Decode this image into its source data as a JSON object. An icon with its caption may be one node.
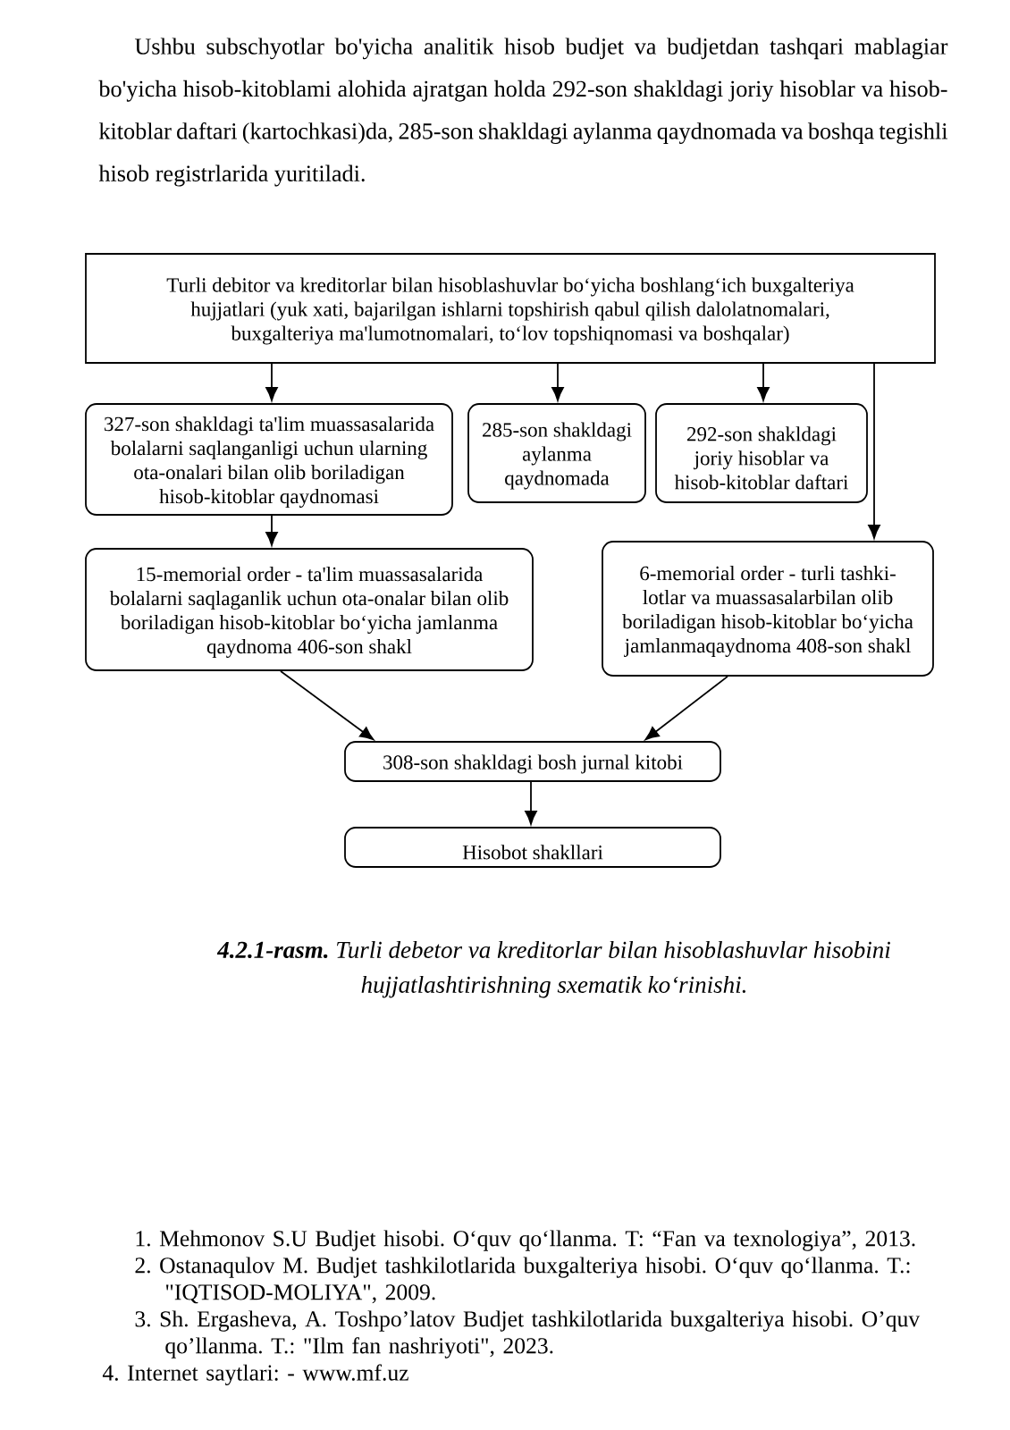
{
  "diagram": {
    "caption": "**4.2.1-rasm.** Turli debetor va kreditorlar bilan hisoblashuvlar hisobini hujjatlashtirishning sxematik ko‘rinishi.",
    "nodes": [
      {
        "text": [
          "Turli debitor va kreditorlar bilan hisoblashuvlar bo‘yicha boshlang‘ich buxgalteriya hujjatlari (yuk xati, bajarilgan ishlarni topshirish qabul qilish dalolatnomalari, buxgalteriya ma'lumotnomalari, to‘lov topshiqnomasi va boshqalar)"
        ]
      },
      {
        "text": [
          "327-son shakldagi ta'lim muassasalarida bolalarni saqlanganligi uchun ularning ota-onalari bilan olib boriladigan hisob-kitoblar qaydnomasi"
        ]
      },
      {
        "text": [
          "285-son shakldagi aylanma qaydnomada"
        ]
      },
      {
        "text": [
          "292-son shakldagi joriy hisoblar va hisob-kitoblar daftari"
        ]
      },
      {
        "text": [
          "15-memorial order - ta'lim muassasalarida bolalarni saqlaganlik uchun ota-onalar bilan olib boriladigan hisob-kitoblar bo‘yicha jamlanma qaydnoma 406-son shakl"
        ]
      },
      {
        "text": [
          "6-memorial order - turli tashki-lotlar va muassasalarbilan olib boriladigan hisob-kitoblar bo‘yicha jamlanmaqaydnoma 408-son shakl"
        ]
      },
      {
        "text": [
          "308-son shakldagi bosh jurnal kitobi"
        ]
      },
      {
        "text": [
          "Hisobot shakllari"
        ]
      }
    ],
    "edges": [
      {
        "from": 0,
        "to": 1,
        "arrow": "to"
      },
      {
        "from": 0,
        "to": 2,
        "arrow": "to"
      },
      {
        "from": 0,
        "to": 3,
        "arrow": "to"
      },
      {
        "from": 0,
        "to": 5,
        "arrow": "to"
      },
      {
        "from": 1,
        "to": 4,
        "arrow": "to"
      },
      {
        "from": 4,
        "to": 6,
        "arrow": "to"
      },
      {
        "from": 5,
        "to": 6,
        "arrow": "to"
      },
      {
        "from": 6,
        "to": 7,
        "arrow": "to"
      }
    ],
    "labels": [
      "Ushbu subschyotlar bo'yicha analitik hisob budjet va budjetdan tashqari mablagiar bo'yicha hisob-kitoblami alohida ajratgan holda 292-son shakldagi joriy hisoblar va hisob-kitoblar daftari (kartochkasi)da, 285-son shakldagi aylanma qaydnomada va boshqa tegishli hisob registrlarida yuritiladi.",
      "1. Mehmonov S.U Budjet hisobi. O‘quv qo‘llanma. T: “Fan va texnologiya”, 2013.",
      "2. Ostanaqulov M. Budjet tashkilotlarida buxgalteriya hisobi. O‘quv qo‘llanma. T.: \"IQTISOD-MOLIYA\", 2009.",
      "3. Sh. Ergasheva, A. Toshpo’latov Budjet tashkilotlarida buxgalteriya hisobi. O’quv qo’llanma. T.: \"Ilm fan nashriyoti\", 2023.",
      "4. Internet saytlari: - www.mf.uz"
    ]
  }
}
